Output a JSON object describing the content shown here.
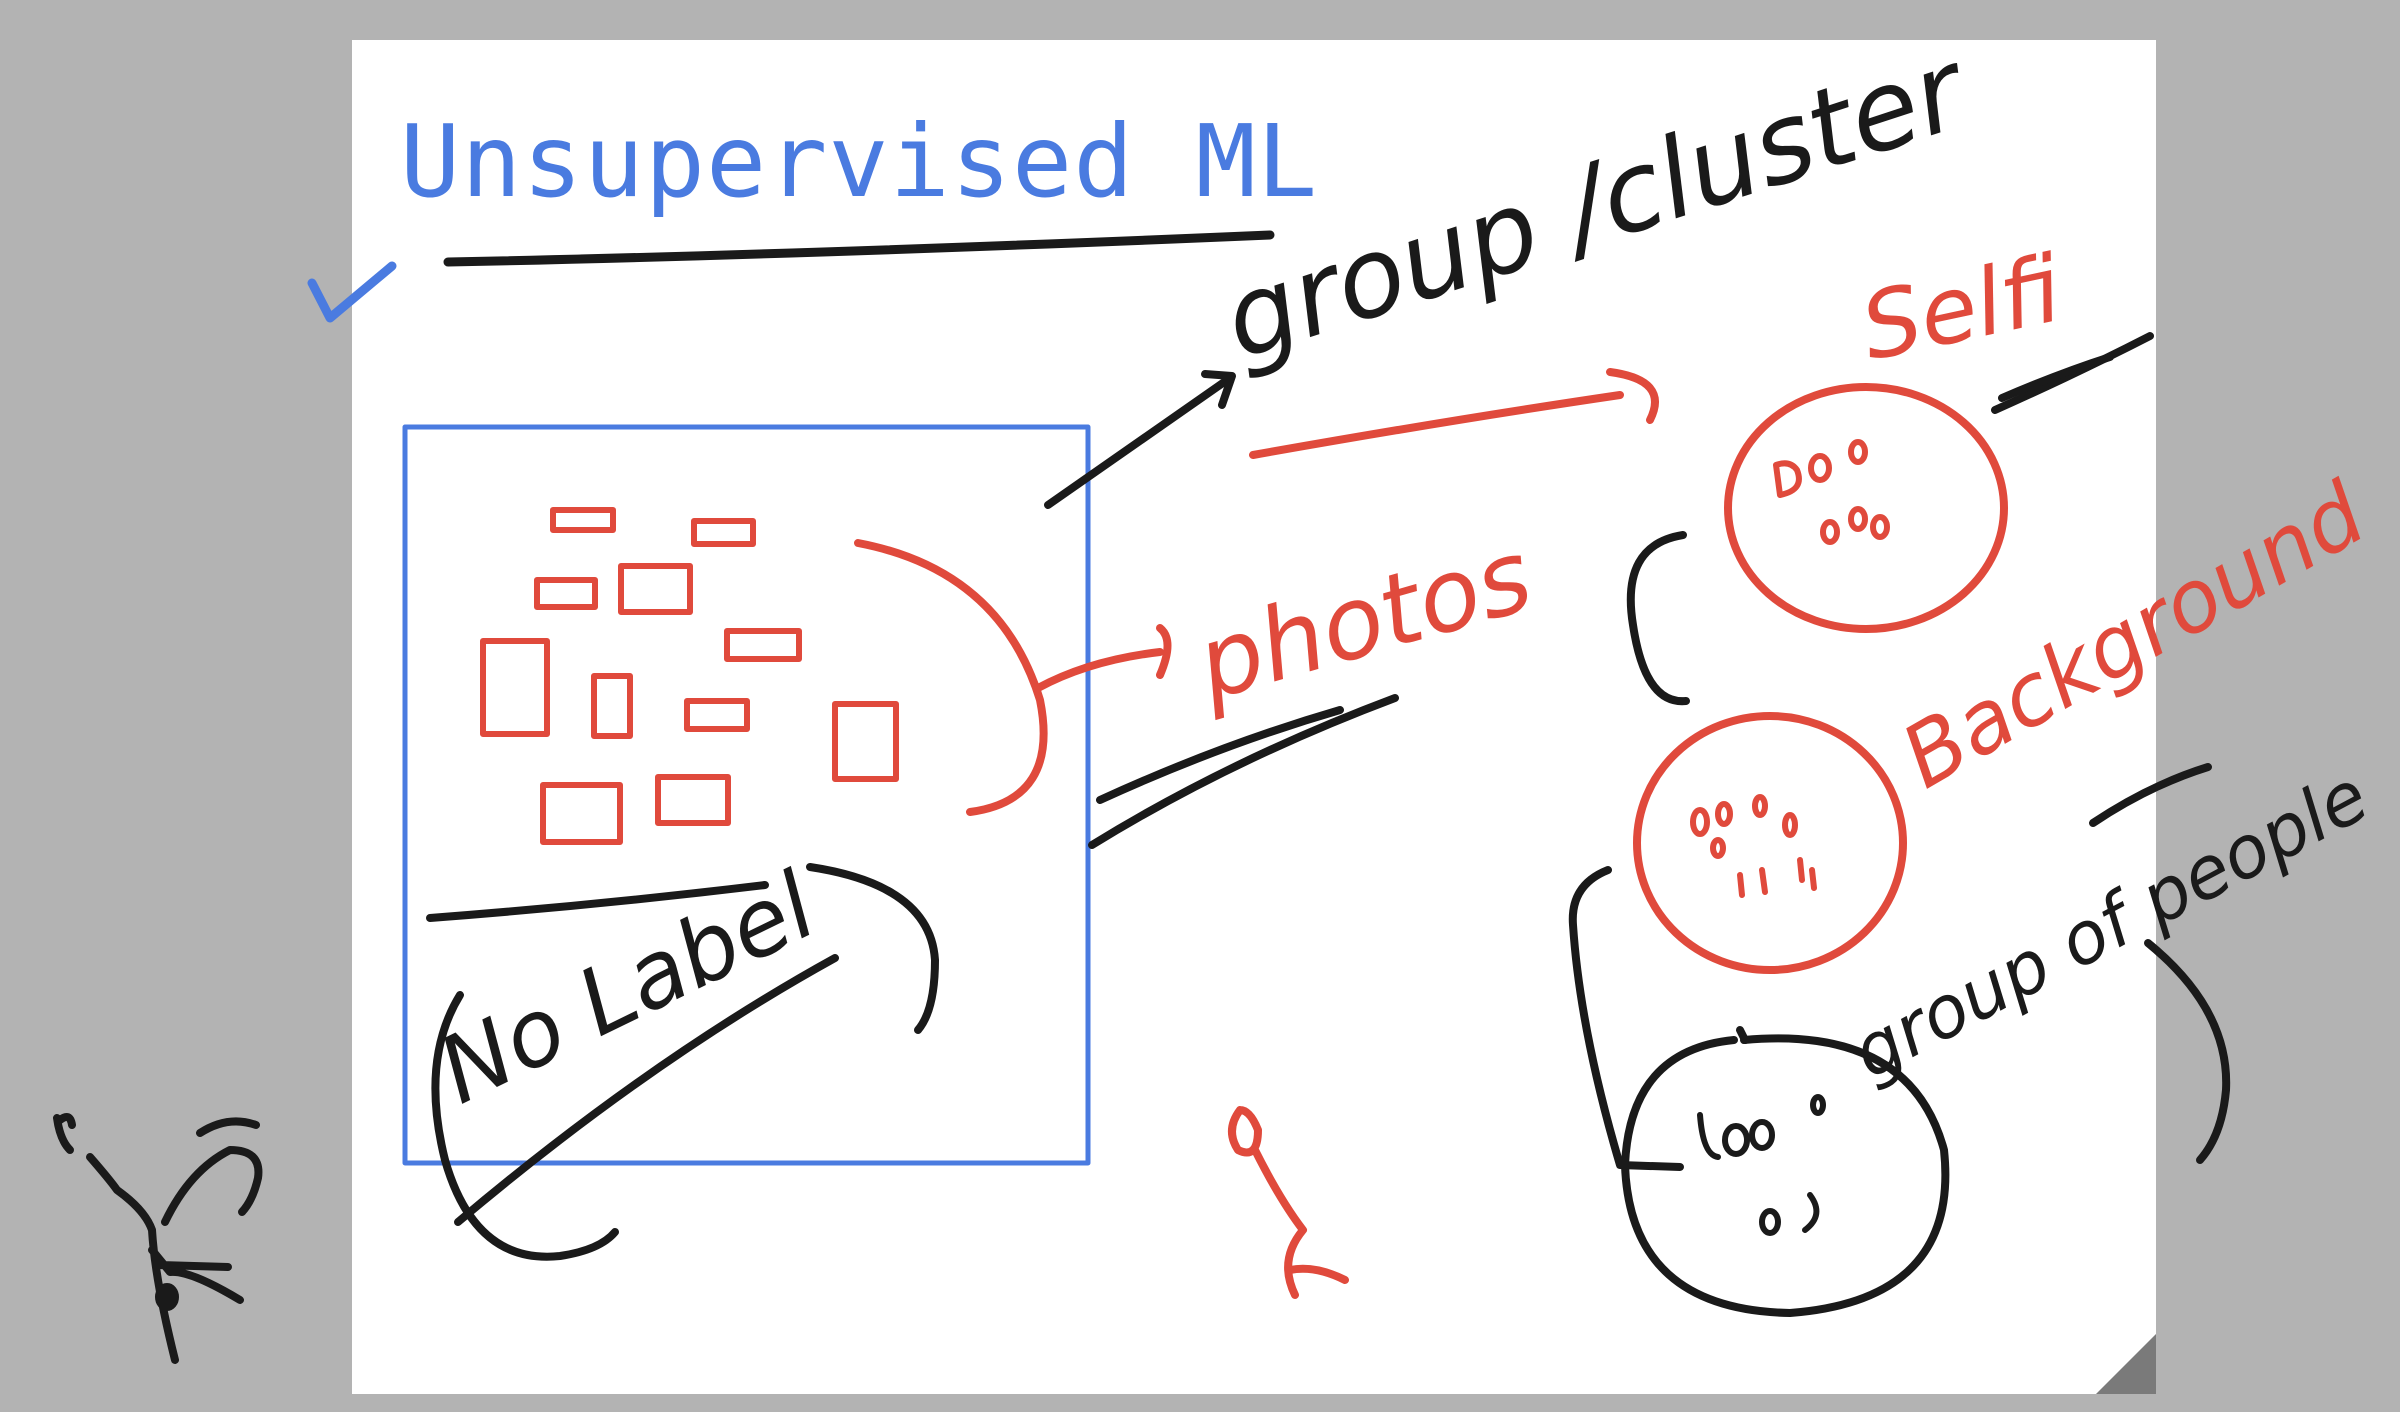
{
  "whiteboard": {
    "title": "Unsupervised ML",
    "notes": {
      "group_cluster": "group /cluster",
      "selfi": "Selfi",
      "photos": "photos",
      "background": "Background",
      "no_label": "No Label",
      "group_of_people": "group of people"
    }
  },
  "colors": {
    "background": "#b3b3b3",
    "sheet": "#ffffff",
    "title_blue": "#4a7be0",
    "ink_black": "#1a1a1a",
    "ink_red": "#e04a3c",
    "frame_blue": "#4a7be0"
  }
}
